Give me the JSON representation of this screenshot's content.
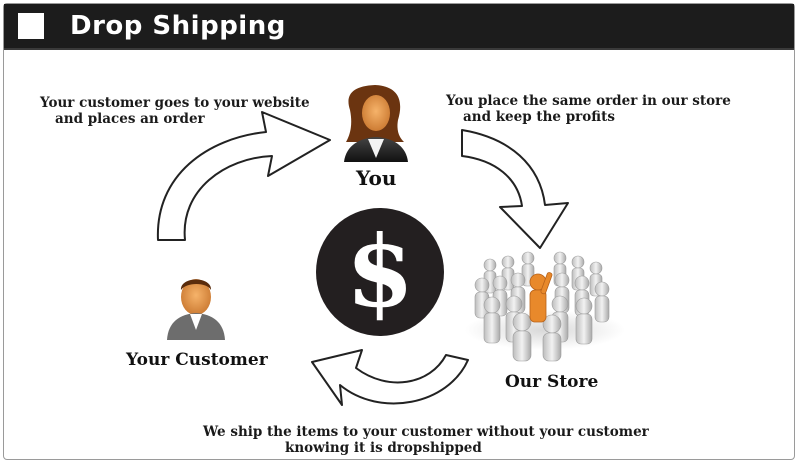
{
  "header": {
    "title": "Drop Shipping"
  },
  "captions": {
    "top_left_line1": "Your customer goes to your website",
    "top_left_line2": "and places an order",
    "top_right_line1": "You place the same order in our store",
    "top_right_line2": "and keep the profits",
    "bottom_line1": "We ship the items to your customer without your customer",
    "bottom_line2": "knowing it is dropshipped"
  },
  "nodes": {
    "you": "You",
    "your_customer": "Your Customer",
    "our_store": "Our Store",
    "center_symbol": "$"
  },
  "colors": {
    "header_bg": "#1c1c1c",
    "coin": "#231f20",
    "accent_orange": "#e8892b",
    "store_people": "#d9d9d9"
  },
  "icons": {
    "you": "woman-avatar-icon",
    "customer": "man-avatar-icon",
    "store": "crowd-with-leader-icon",
    "center": "dollar-coin-icon"
  }
}
